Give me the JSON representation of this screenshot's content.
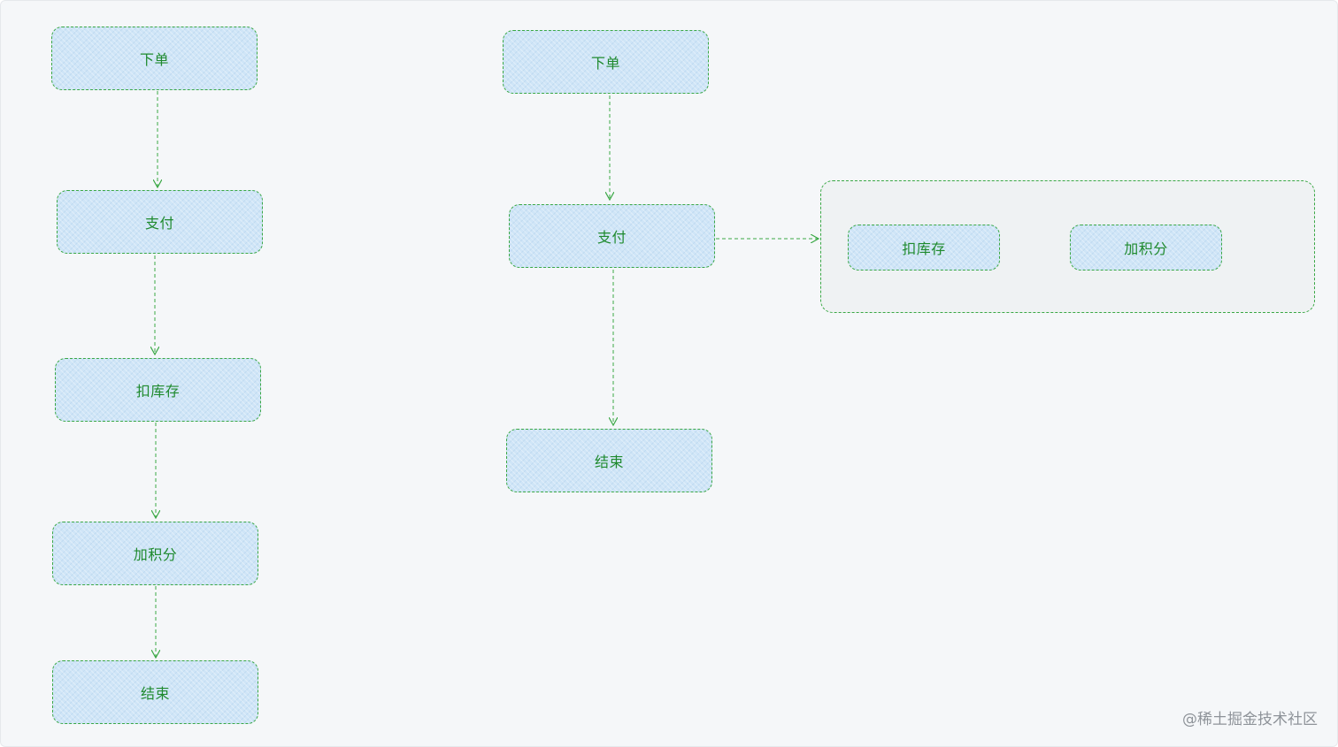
{
  "left_flow": {
    "nodes": [
      "下单",
      "支付",
      "扣库存",
      "加积分",
      "结束"
    ]
  },
  "right_flow": {
    "order": "下单",
    "pay": "支付",
    "end": "结束",
    "async_group": {
      "items": [
        "扣库存",
        "加积分"
      ]
    }
  },
  "colors": {
    "node_fill": "#cfe5f7",
    "node_border": "#3aa845",
    "node_text": "#1f8a2e",
    "arrow": "#3aa845",
    "background": "#f5f7f9",
    "group_fill": "#eff2f3"
  },
  "watermark": "@稀土掘金技术社区"
}
